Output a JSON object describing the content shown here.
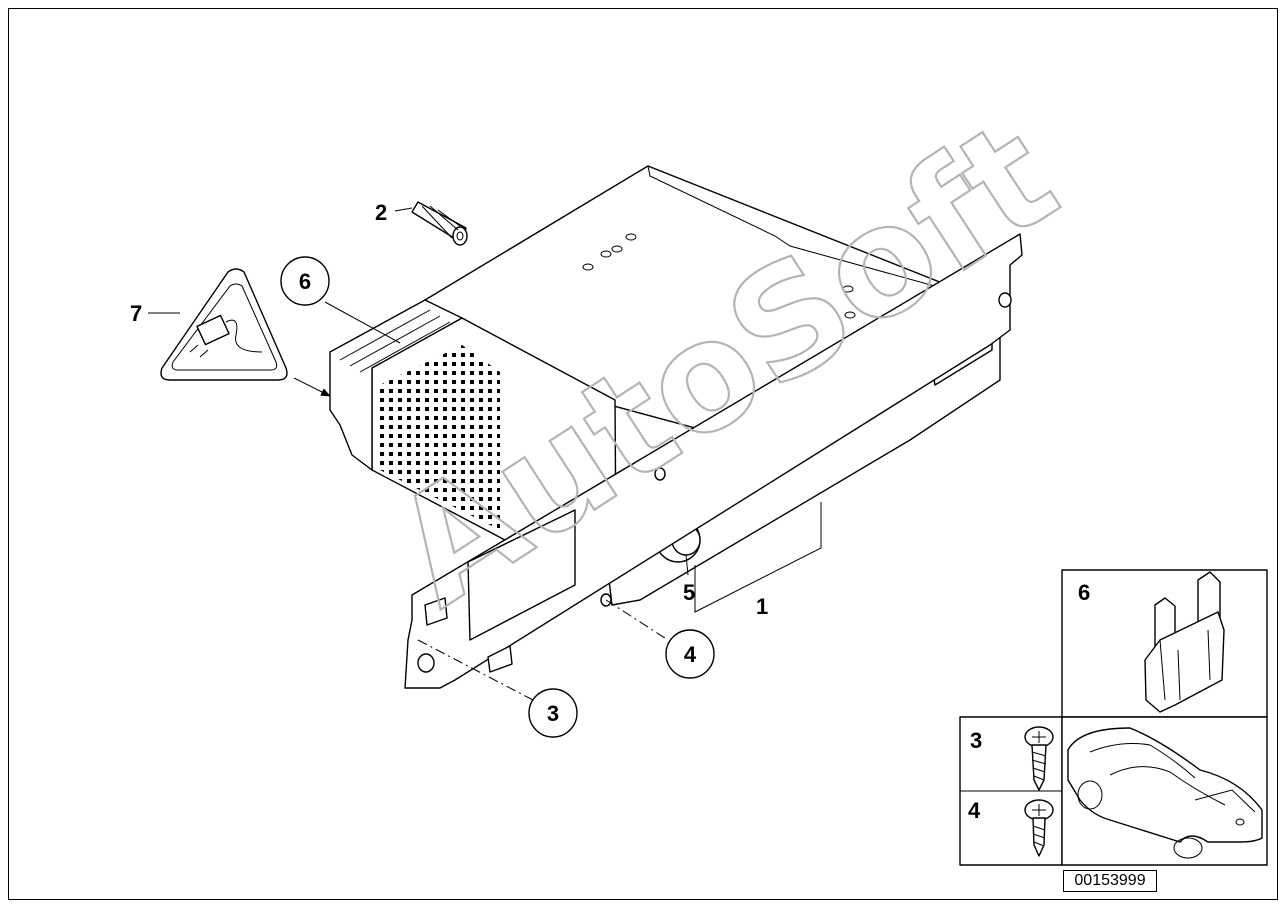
{
  "watermark": "AutoSoft",
  "callouts": {
    "c1": "1",
    "c2": "2",
    "c3": "3",
    "c4": "4",
    "c5": "5",
    "c6": "6",
    "c7": "7"
  },
  "legend": {
    "fuse_label": "6",
    "screw_a_label": "3",
    "screw_b_label": "4"
  },
  "reference_number": "00153999"
}
